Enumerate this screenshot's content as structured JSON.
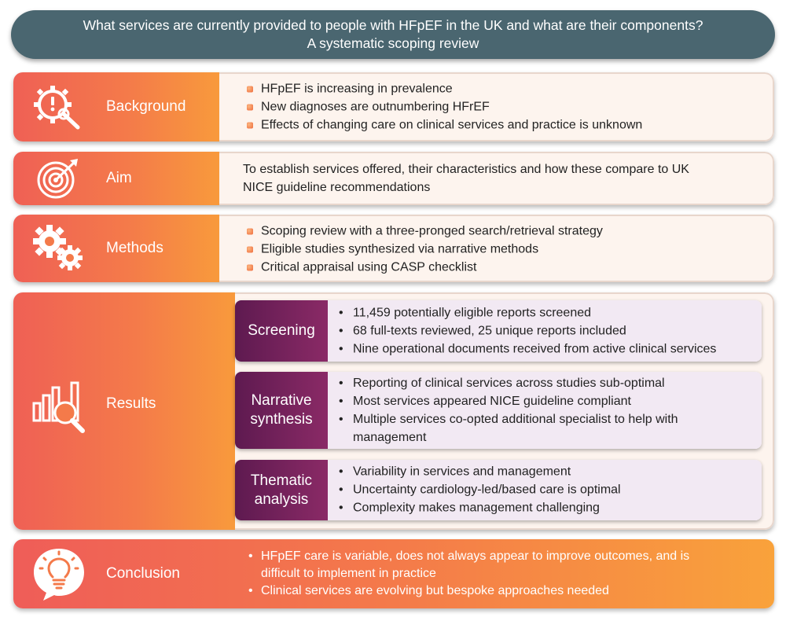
{
  "title": {
    "line1": "What services are currently provided to people with HFpEF in the UK and what are their components?",
    "line2": "A systematic scoping review"
  },
  "background": {
    "label": "Background",
    "icon": "gear-exclamation-wrench-icon",
    "bullets": [
      "HFpEF is increasing in prevalence",
      "New diagnoses are outnumbering HFrEF",
      "Effects of changing care on clinical services and practice is unknown"
    ]
  },
  "aim": {
    "label": "Aim",
    "icon": "target-arrow-icon",
    "text_line1": "To establish services offered, their characteristics and how these compare to UK",
    "text_line2": "NICE guideline recommendations"
  },
  "methods": {
    "label": "Methods",
    "icon": "gears-icon",
    "bullets": [
      "Scoping review with a three-pronged search/retrieval strategy",
      "Eligible studies synthesized via narrative methods",
      "Critical appraisal using CASP checklist"
    ]
  },
  "results": {
    "label": "Results",
    "icon": "bar-chart-magnifier-icon",
    "screening": {
      "label": "Screening",
      "bullets": [
        "11,459 potentially eligible reports screened",
        "68 full-texts reviewed, 25 unique reports included",
        "Nine operational documents received from active clinical services"
      ]
    },
    "narrative": {
      "label_line1": "Narrative",
      "label_line2": "synthesis",
      "bullets": [
        "Reporting of clinical services across studies sub-optimal",
        "Most services appeared NICE guideline compliant",
        "Multiple services co-opted additional specialist to help with management"
      ]
    },
    "thematic": {
      "label_line1": "Thematic",
      "label_line2": "analysis",
      "bullets": [
        "Variability in services and management",
        "Uncertainty cardiology-led/based care is optimal",
        "Complexity makes management challenging"
      ]
    }
  },
  "conclusion": {
    "label": "Conclusion",
    "icon": "lightbulb-speech-icon",
    "bullets": [
      "HFpEF care is variable, does not always appear to improve outcomes, and is difficult to implement in practice",
      "Clinical services are evolving but bespoke approaches needed"
    ]
  },
  "colors": {
    "banner": "#4a6670",
    "orange_start": "#ef6055",
    "orange_end": "#f89a3c",
    "purple": "#6e2058",
    "content_bg": "#fdf4ee",
    "sub_content_bg": "#f2e9f3"
  }
}
